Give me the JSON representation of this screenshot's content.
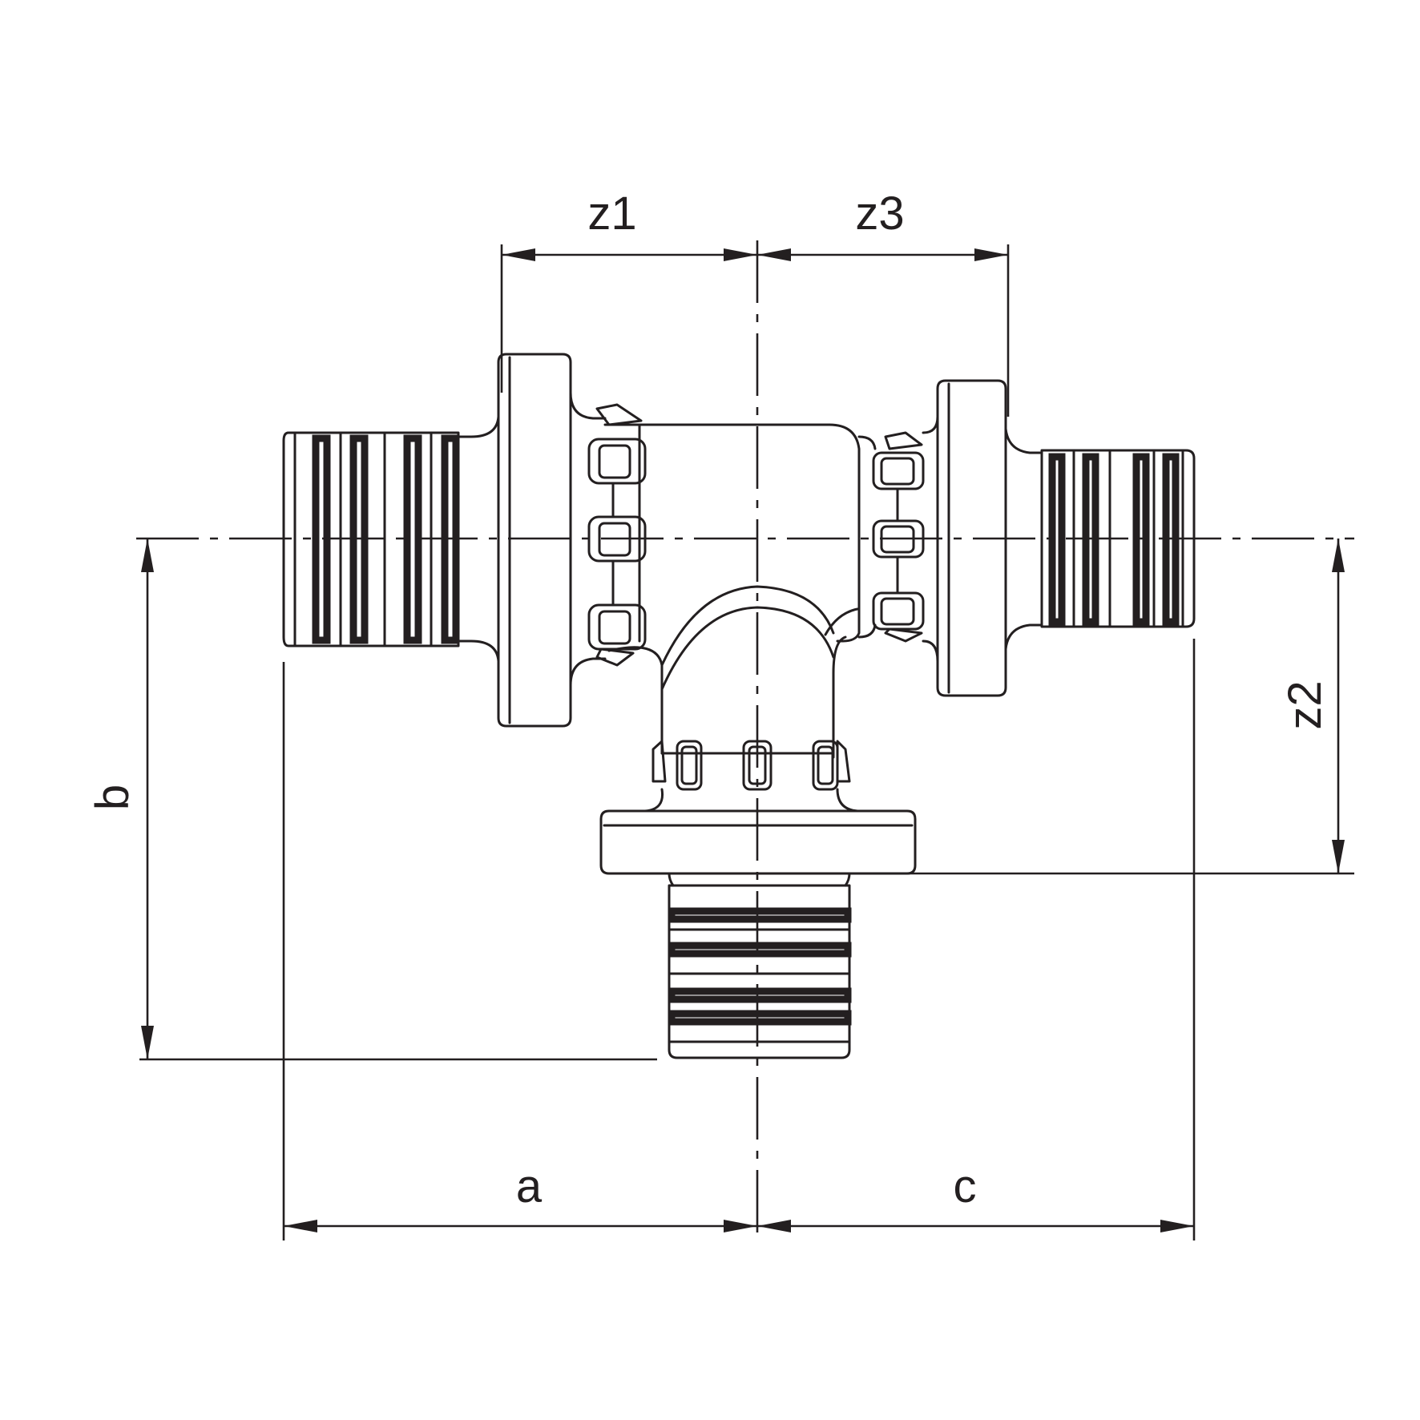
{
  "diagram": {
    "labels": {
      "z1": "z1",
      "z3": "z3",
      "z2": "z2",
      "a": "a",
      "b": "b",
      "c": "c"
    },
    "line_color": "#231f20",
    "background": "#ffffff"
  }
}
